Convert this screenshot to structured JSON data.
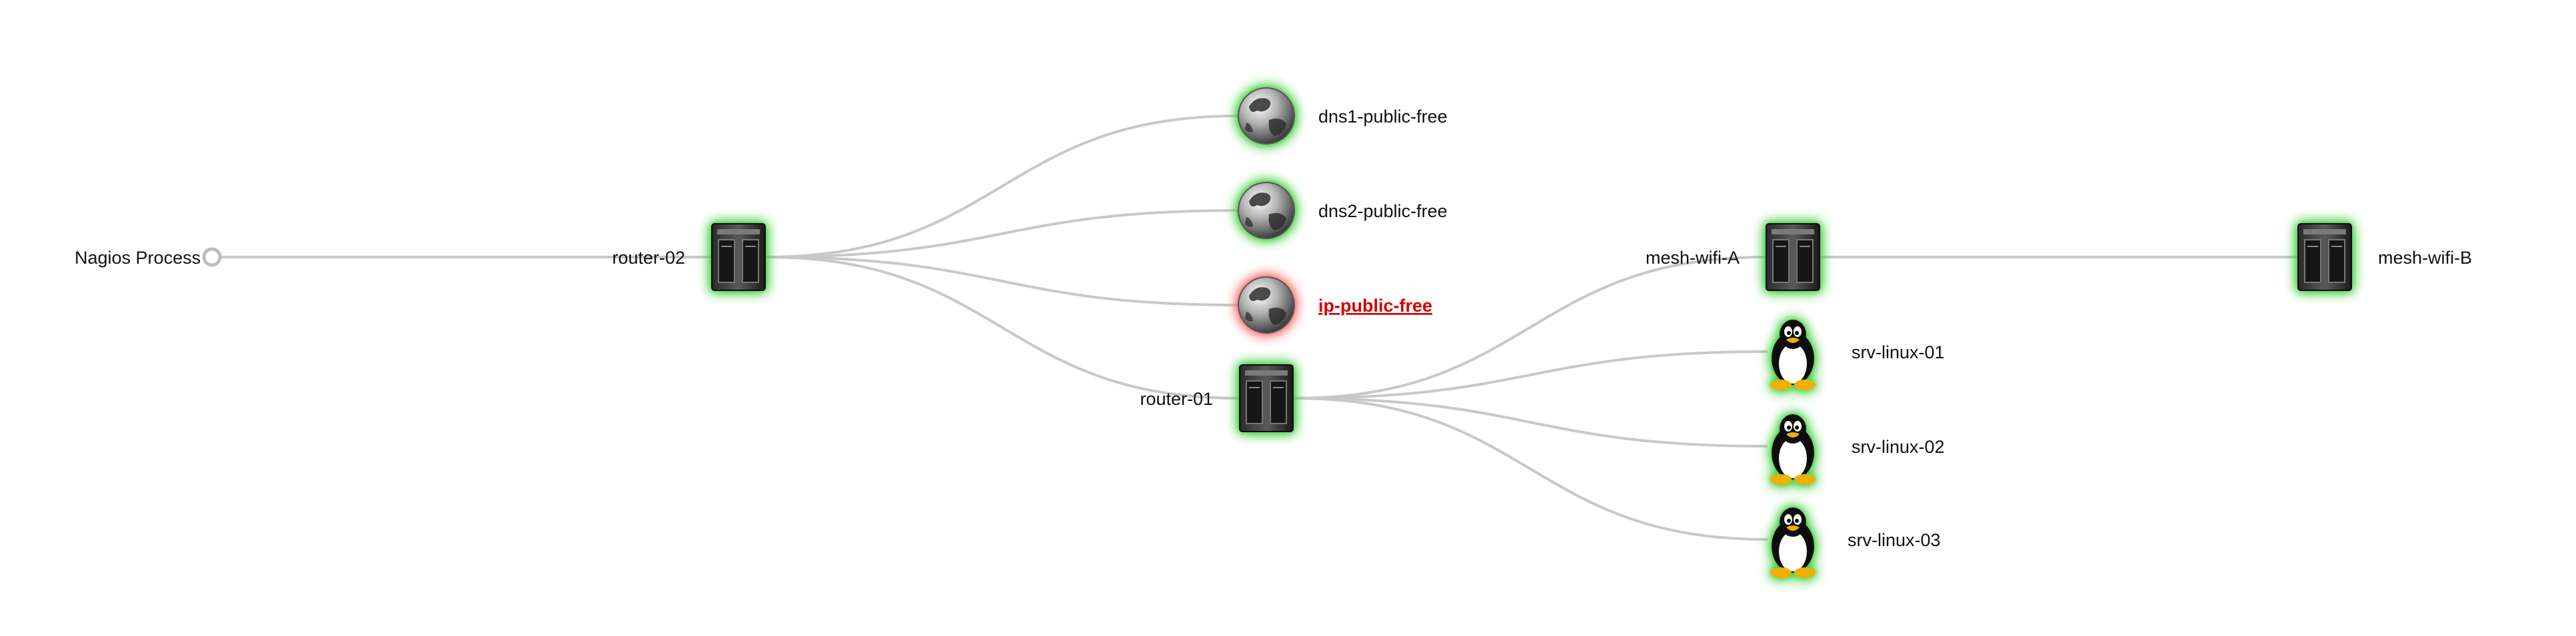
{
  "map": {
    "root": {
      "label": "Nagios Process"
    },
    "nodes": [
      {
        "id": "router-02",
        "label": "router-02",
        "icon": "server-icon",
        "status": "ok"
      },
      {
        "id": "dns1",
        "label": "dns1-public-free",
        "icon": "globe-icon",
        "status": "ok"
      },
      {
        "id": "dns2",
        "label": "dns2-public-free",
        "icon": "globe-icon",
        "status": "ok"
      },
      {
        "id": "ip-public",
        "label": "ip-public-free",
        "icon": "globe-icon",
        "status": "critical"
      },
      {
        "id": "router-01",
        "label": "router-01",
        "icon": "server-icon",
        "status": "ok"
      },
      {
        "id": "mesh-wifi-a",
        "label": "mesh-wifi-A",
        "icon": "server-icon",
        "status": "ok"
      },
      {
        "id": "srv-linux-01",
        "label": "srv-linux-01",
        "icon": "linux-penguin-icon",
        "status": "ok"
      },
      {
        "id": "srv-linux-02",
        "label": "srv-linux-02",
        "icon": "linux-penguin-icon",
        "status": "ok"
      },
      {
        "id": "srv-linux-03",
        "label": "srv-linux-03",
        "icon": "linux-penguin-icon",
        "status": "ok"
      },
      {
        "id": "mesh-wifi-b",
        "label": "mesh-wifi-B",
        "icon": "server-icon",
        "status": "ok"
      }
    ],
    "links": [
      [
        "root",
        "router-02"
      ],
      [
        "router-02",
        "dns1"
      ],
      [
        "router-02",
        "dns2"
      ],
      [
        "router-02",
        "ip-public"
      ],
      [
        "router-02",
        "router-01"
      ],
      [
        "router-01",
        "mesh-wifi-a"
      ],
      [
        "router-01",
        "srv-linux-01"
      ],
      [
        "router-01",
        "srv-linux-02"
      ],
      [
        "router-01",
        "srv-linux-03"
      ],
      [
        "mesh-wifi-a",
        "mesh-wifi-b"
      ]
    ],
    "colors": {
      "ok_glow": "#3ccf3c",
      "critical_glow": "#ff6b6b",
      "critical_text": "#d40000",
      "link": "#c8c8c8"
    }
  }
}
